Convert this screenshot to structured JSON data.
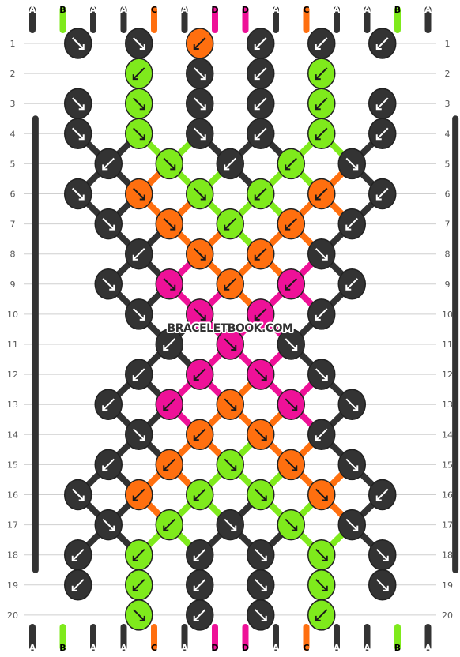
{
  "colors": {
    "A": "#333333",
    "B": "#7fea1c",
    "C": "#ff6f0f",
    "D": "#ee1198"
  },
  "strings_top": [
    "A",
    "B",
    "A",
    "A",
    "C",
    "A",
    "D",
    "D",
    "A",
    "C",
    "A",
    "A",
    "B",
    "A"
  ],
  "strings_bottom": [
    "A",
    "B",
    "A",
    "A",
    "C",
    "A",
    "D",
    "D",
    "A",
    "C",
    "A",
    "A",
    "B",
    "A"
  ],
  "row_numbers": [
    "1",
    "2",
    "3",
    "4",
    "5",
    "6",
    "7",
    "8",
    "9",
    "10",
    "11",
    "12",
    "13",
    "14",
    "15",
    "16",
    "17",
    "18",
    "19",
    "20"
  ],
  "watermark": "BRACELETBOOK.COM",
  "knot_rows": [
    [
      [
        "A",
        "se"
      ],
      [
        "A",
        "se"
      ],
      [
        "C",
        "sw"
      ],
      [
        "A",
        "sw"
      ],
      [
        "A",
        "sw"
      ],
      [
        "A",
        "sw"
      ]
    ],
    [
      [
        "B",
        "sw"
      ],
      [
        "A",
        "se"
      ],
      [
        "A",
        "sw"
      ],
      [
        "B",
        "sw"
      ]
    ],
    [
      [
        "A",
        "se"
      ],
      [
        "B",
        "se"
      ],
      [
        "A",
        "se"
      ],
      [
        "A",
        "sw"
      ],
      [
        "B",
        "sw"
      ],
      [
        "A",
        "sw"
      ]
    ],
    [
      [
        "A",
        "se"
      ],
      [
        "B",
        "se"
      ],
      [
        "A",
        "se"
      ],
      [
        "A",
        "sw"
      ],
      [
        "B",
        "sw"
      ],
      [
        "A",
        "sw"
      ]
    ],
    [
      [
        "A",
        "sw"
      ],
      [
        "B",
        "se"
      ],
      [
        "A",
        "sw"
      ],
      [
        "B",
        "sw"
      ],
      [
        "A",
        "se"
      ]
    ],
    [
      [
        "A",
        "se"
      ],
      [
        "C",
        "se"
      ],
      [
        "B",
        "se"
      ],
      [
        "B",
        "sw"
      ],
      [
        "C",
        "sw"
      ],
      [
        "A",
        "sw"
      ]
    ],
    [
      [
        "A",
        "se"
      ],
      [
        "C",
        "se"
      ],
      [
        "B",
        "sw"
      ],
      [
        "C",
        "sw"
      ],
      [
        "A",
        "sw"
      ]
    ],
    [
      [
        "A",
        "sw"
      ],
      [
        "C",
        "se"
      ],
      [
        "C",
        "sw"
      ],
      [
        "A",
        "se"
      ]
    ],
    [
      [
        "A",
        "se"
      ],
      [
        "D",
        "se"
      ],
      [
        "C",
        "sw"
      ],
      [
        "D",
        "sw"
      ],
      [
        "A",
        "sw"
      ]
    ],
    [
      [
        "A",
        "se"
      ],
      [
        "D",
        "se"
      ],
      [
        "D",
        "sw"
      ],
      [
        "A",
        "sw"
      ]
    ],
    [
      [
        "A",
        "sw"
      ],
      [
        "D",
        "se"
      ],
      [
        "A",
        "se"
      ]
    ],
    [
      [
        "A",
        "sw"
      ],
      [
        "D",
        "sw"
      ],
      [
        "D",
        "se"
      ],
      [
        "A",
        "se"
      ]
    ],
    [
      [
        "A",
        "sw"
      ],
      [
        "D",
        "sw"
      ],
      [
        "C",
        "se"
      ],
      [
        "D",
        "se"
      ],
      [
        "A",
        "se"
      ]
    ],
    [
      [
        "A",
        "se"
      ],
      [
        "C",
        "sw"
      ],
      [
        "C",
        "se"
      ],
      [
        "A",
        "sw"
      ]
    ],
    [
      [
        "A",
        "sw"
      ],
      [
        "C",
        "sw"
      ],
      [
        "B",
        "se"
      ],
      [
        "C",
        "se"
      ],
      [
        "A",
        "se"
      ]
    ],
    [
      [
        "A",
        "se"
      ],
      [
        "C",
        "sw"
      ],
      [
        "B",
        "sw"
      ],
      [
        "B",
        "se"
      ],
      [
        "C",
        "se"
      ],
      [
        "A",
        "sw"
      ]
    ],
    [
      [
        "A",
        "se"
      ],
      [
        "B",
        "sw"
      ],
      [
        "A",
        "se"
      ],
      [
        "B",
        "se"
      ],
      [
        "A",
        "se"
      ]
    ],
    [
      [
        "A",
        "sw"
      ],
      [
        "B",
        "sw"
      ],
      [
        "A",
        "sw"
      ],
      [
        "A",
        "se"
      ],
      [
        "B",
        "se"
      ],
      [
        "A",
        "se"
      ]
    ],
    [
      [
        "A",
        "sw"
      ],
      [
        "B",
        "sw"
      ],
      [
        "A",
        "sw"
      ],
      [
        "A",
        "se"
      ],
      [
        "B",
        "se"
      ],
      [
        "A",
        "se"
      ]
    ],
    [
      [
        "B",
        "se"
      ],
      [
        "A",
        "sw"
      ],
      [
        "A",
        "se"
      ],
      [
        "B",
        "sw"
      ]
    ]
  ]
}
